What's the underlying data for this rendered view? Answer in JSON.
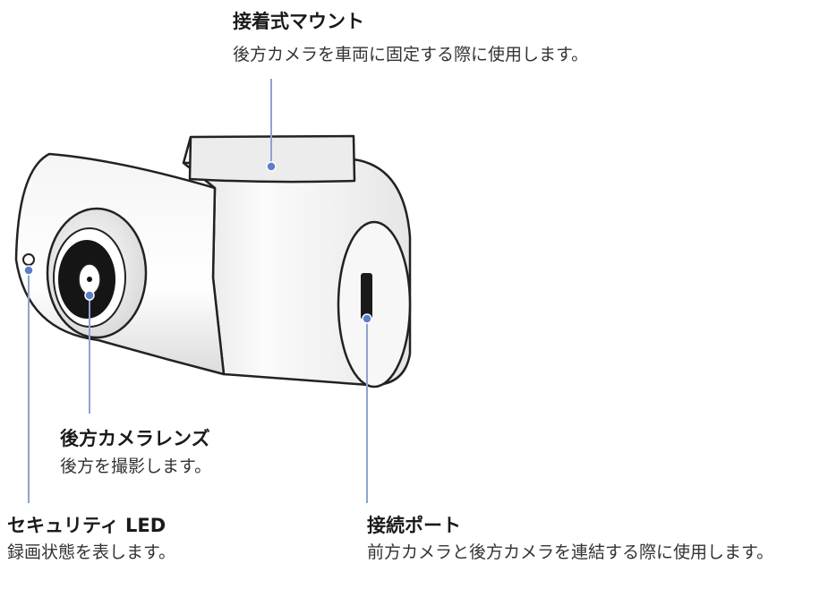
{
  "callouts": {
    "mount": {
      "title": "接着式マウント",
      "description": "後方カメラを車両に固定する際に使用します。"
    },
    "lens": {
      "title": "後方カメラレンズ",
      "description": "後方を撮影します。"
    },
    "security_led": {
      "title": "セキュリティ LED",
      "description": "録画状態を表します。"
    },
    "port": {
      "title": "接続ポート",
      "description": "前方カメラと後方カメラを連結する際に使用します。"
    }
  },
  "colors": {
    "leader_line": "#8fa3cf",
    "leader_dot": "#5b7fc9",
    "body_outline": "#222222",
    "body_fill": "#f1f1f1"
  }
}
